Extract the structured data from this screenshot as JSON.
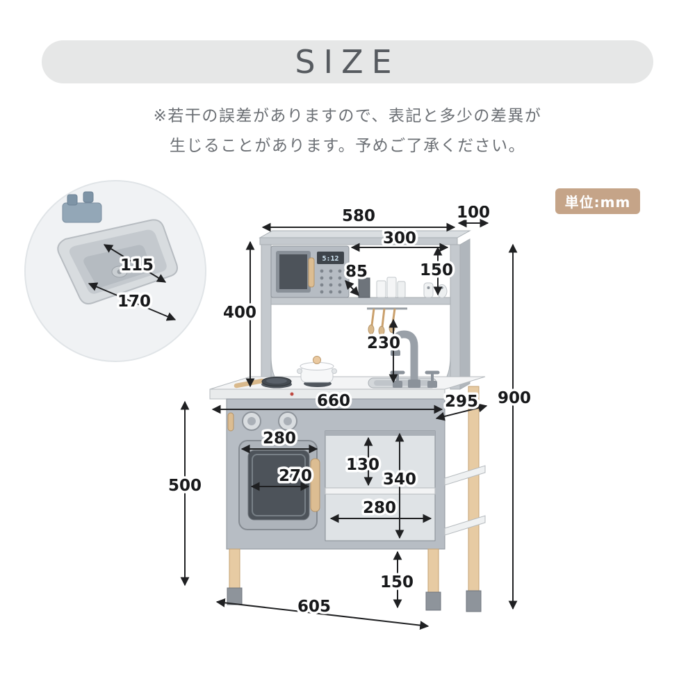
{
  "header": {
    "title": "SIZE"
  },
  "disclaimer": {
    "line1": "※若干の誤差がありますので、表記と多少の差異が",
    "line2": "生じることがあります。予めご了承ください。"
  },
  "unit_badge": {
    "label": "単位:mm"
  },
  "microwave": {
    "display": "5:12"
  },
  "inset": {
    "depth": "115",
    "width": "170"
  },
  "dimensions": {
    "top_width": "580",
    "top_depth": "100",
    "upper_shelf_width": "300",
    "upper_shelf_depth": "85",
    "upper_shelf_height": "150",
    "hutch_height": "400",
    "faucet_height": "230",
    "counter_width": "660",
    "counter_depth": "295",
    "total_height": "900",
    "oven_width": "280",
    "oven_window_width": "270",
    "shelf_gap_height": "130",
    "compartment_height": "340",
    "compartment_width": "280",
    "counter_height": "500",
    "leg_height": "150",
    "base_width": "605"
  },
  "colors": {
    "banner_bg": "#e6e7e7",
    "badge_bg": "#c5a488",
    "cabinet_gray": "#b7bdc4",
    "wood": "#dcbd92",
    "dimension_line": "#1f2022"
  }
}
